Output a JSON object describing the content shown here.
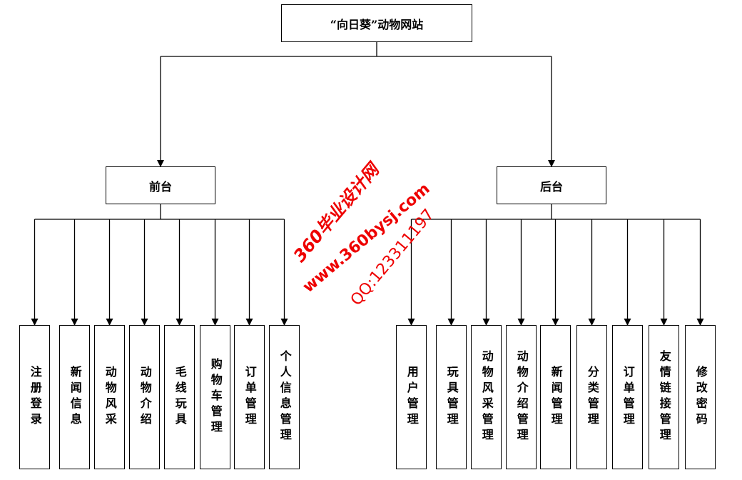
{
  "root": {
    "label": "“向日葵”动物网站"
  },
  "branches": [
    {
      "label": "前台",
      "children": [
        "注册登录",
        "新闻信息",
        "动物风采",
        "动物介绍",
        "毛线玩具",
        "购物车管理",
        "订单管理",
        "个人信息管理"
      ]
    },
    {
      "label": "后台",
      "children": [
        "用户管理",
        "玩具管理",
        "动物风采管理",
        "动物介绍管理",
        "新闻管理",
        "分类管理",
        "订单管理",
        "友情链接管理",
        "修改密码"
      ]
    }
  ],
  "watermark": {
    "line1": "360毕业设计网",
    "line2": "www.360bysj.com",
    "line3": "QQ:123311197",
    "color": "#ee0000"
  }
}
